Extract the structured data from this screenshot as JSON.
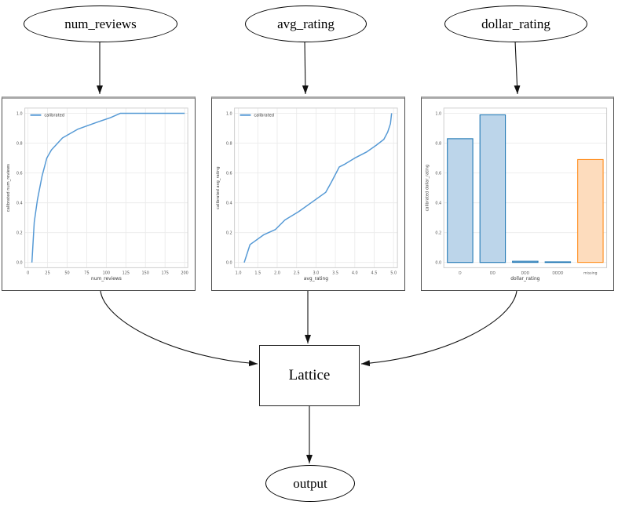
{
  "diagram": {
    "feature_nodes": [
      {
        "id": "num_reviews",
        "label": "num_reviews"
      },
      {
        "id": "avg_rating",
        "label": "avg_rating"
      },
      {
        "id": "dollar_rating",
        "label": "dollar_rating"
      }
    ],
    "lattice_label": "Lattice",
    "output_label": "output"
  },
  "colors": {
    "calibration_line": "#5599d5",
    "bar_fill_blue": "#bcd5ea",
    "bar_edge_blue": "#1f77b4",
    "bar_fill_orange": "#fddcbd",
    "bar_edge_orange": "#ff8c1a",
    "grid": "#ebebeb",
    "spine": "#c8c8c8",
    "tick_text": "#555555",
    "edge_arrow": "#111111"
  },
  "chart_data": [
    {
      "type": "line",
      "title": "",
      "xlabel": "num_reviews",
      "ylabel": "calibrated num_reviews",
      "legend_label": "calibrated",
      "legend_position": "upper left",
      "grid": true,
      "xlim": [
        -4,
        204
      ],
      "ylim": [
        -0.035,
        1.035
      ],
      "xticks": [
        {
          "value": 0,
          "label": "0"
        },
        {
          "value": 25,
          "label": "25"
        },
        {
          "value": 50,
          "label": "50"
        },
        {
          "value": 75,
          "label": "75"
        },
        {
          "value": 100,
          "label": "100"
        },
        {
          "value": 125,
          "label": "125"
        },
        {
          "value": 150,
          "label": "150"
        },
        {
          "value": 175,
          "label": "175"
        },
        {
          "value": 200,
          "label": "200"
        }
      ],
      "yticks": [
        {
          "value": 0.0,
          "label": "0.0"
        },
        {
          "value": 0.2,
          "label": "0.2"
        },
        {
          "value": 0.4,
          "label": "0.4"
        },
        {
          "value": 0.6,
          "label": "0.6"
        },
        {
          "value": 0.8,
          "label": "0.8"
        },
        {
          "value": 1.0,
          "label": "1.0"
        }
      ],
      "series": [
        {
          "name": "calibrated",
          "color": "#5599d5",
          "x": [
            5,
            8,
            12,
            18,
            24,
            30,
            44,
            64,
            88,
            105,
            118,
            200
          ],
          "y": [
            0.0,
            0.27,
            0.42,
            0.58,
            0.7,
            0.755,
            0.835,
            0.895,
            0.94,
            0.97,
            1.0,
            1.0
          ]
        }
      ]
    },
    {
      "type": "line",
      "title": "",
      "xlabel": "avg_rating",
      "ylabel": "calibrated avg_rating",
      "legend_label": "calibrated",
      "legend_position": "upper left",
      "grid": true,
      "xlim": [
        0.9,
        5.1
      ],
      "ylim": [
        -0.035,
        1.035
      ],
      "xticks": [
        {
          "value": 1.0,
          "label": "1.0"
        },
        {
          "value": 1.5,
          "label": "1.5"
        },
        {
          "value": 2.0,
          "label": "2.0"
        },
        {
          "value": 2.5,
          "label": "2.5"
        },
        {
          "value": 3.0,
          "label": "3.0"
        },
        {
          "value": 3.5,
          "label": "3.5"
        },
        {
          "value": 4.0,
          "label": "4.0"
        },
        {
          "value": 4.5,
          "label": "4.5"
        },
        {
          "value": 5.0,
          "label": "5.0"
        }
      ],
      "yticks": [
        {
          "value": 0.0,
          "label": "0.0"
        },
        {
          "value": 0.2,
          "label": "0.2"
        },
        {
          "value": 0.4,
          "label": "0.4"
        },
        {
          "value": 0.6,
          "label": "0.6"
        },
        {
          "value": 0.8,
          "label": "0.8"
        },
        {
          "value": 1.0,
          "label": "1.0"
        }
      ],
      "series": [
        {
          "name": "calibrated",
          "color": "#5599d5",
          "x": [
            1.15,
            1.3,
            1.65,
            1.95,
            2.2,
            2.55,
            2.9,
            3.25,
            3.4,
            3.5,
            3.6,
            3.75,
            4.0,
            4.3,
            4.55,
            4.75,
            4.85,
            4.92,
            4.95
          ],
          "y": [
            0.0,
            0.12,
            0.185,
            0.22,
            0.285,
            0.34,
            0.405,
            0.47,
            0.54,
            0.59,
            0.64,
            0.66,
            0.7,
            0.74,
            0.785,
            0.825,
            0.875,
            0.93,
            1.0
          ]
        }
      ]
    },
    {
      "type": "bar",
      "title": "",
      "xlabel": "dollar_rating",
      "ylabel": "calibrated dollar_rating",
      "grid": true,
      "ylim": [
        -0.035,
        1.035
      ],
      "yticks": [
        {
          "value": 0.0,
          "label": "0.0"
        },
        {
          "value": 0.2,
          "label": "0.2"
        },
        {
          "value": 0.4,
          "label": "0.4"
        },
        {
          "value": 0.6,
          "label": "0.6"
        },
        {
          "value": 0.8,
          "label": "0.8"
        },
        {
          "value": 1.0,
          "label": "1.0"
        }
      ],
      "bars": [
        {
          "category": "D",
          "value": 0.83,
          "fill": "#bcd5ea",
          "edge": "#1f77b4"
        },
        {
          "category": "DD",
          "value": 0.99,
          "fill": "#bcd5ea",
          "edge": "#1f77b4"
        },
        {
          "category": "DDD",
          "value": 0.008,
          "fill": "#bcd5ea",
          "edge": "#1f77b4"
        },
        {
          "category": "DDDD",
          "value": 0.004,
          "fill": "#bcd5ea",
          "edge": "#1f77b4"
        },
        {
          "category": "missing",
          "value": 0.69,
          "fill": "#fddcbd",
          "edge": "#ff8c1a"
        }
      ]
    }
  ]
}
